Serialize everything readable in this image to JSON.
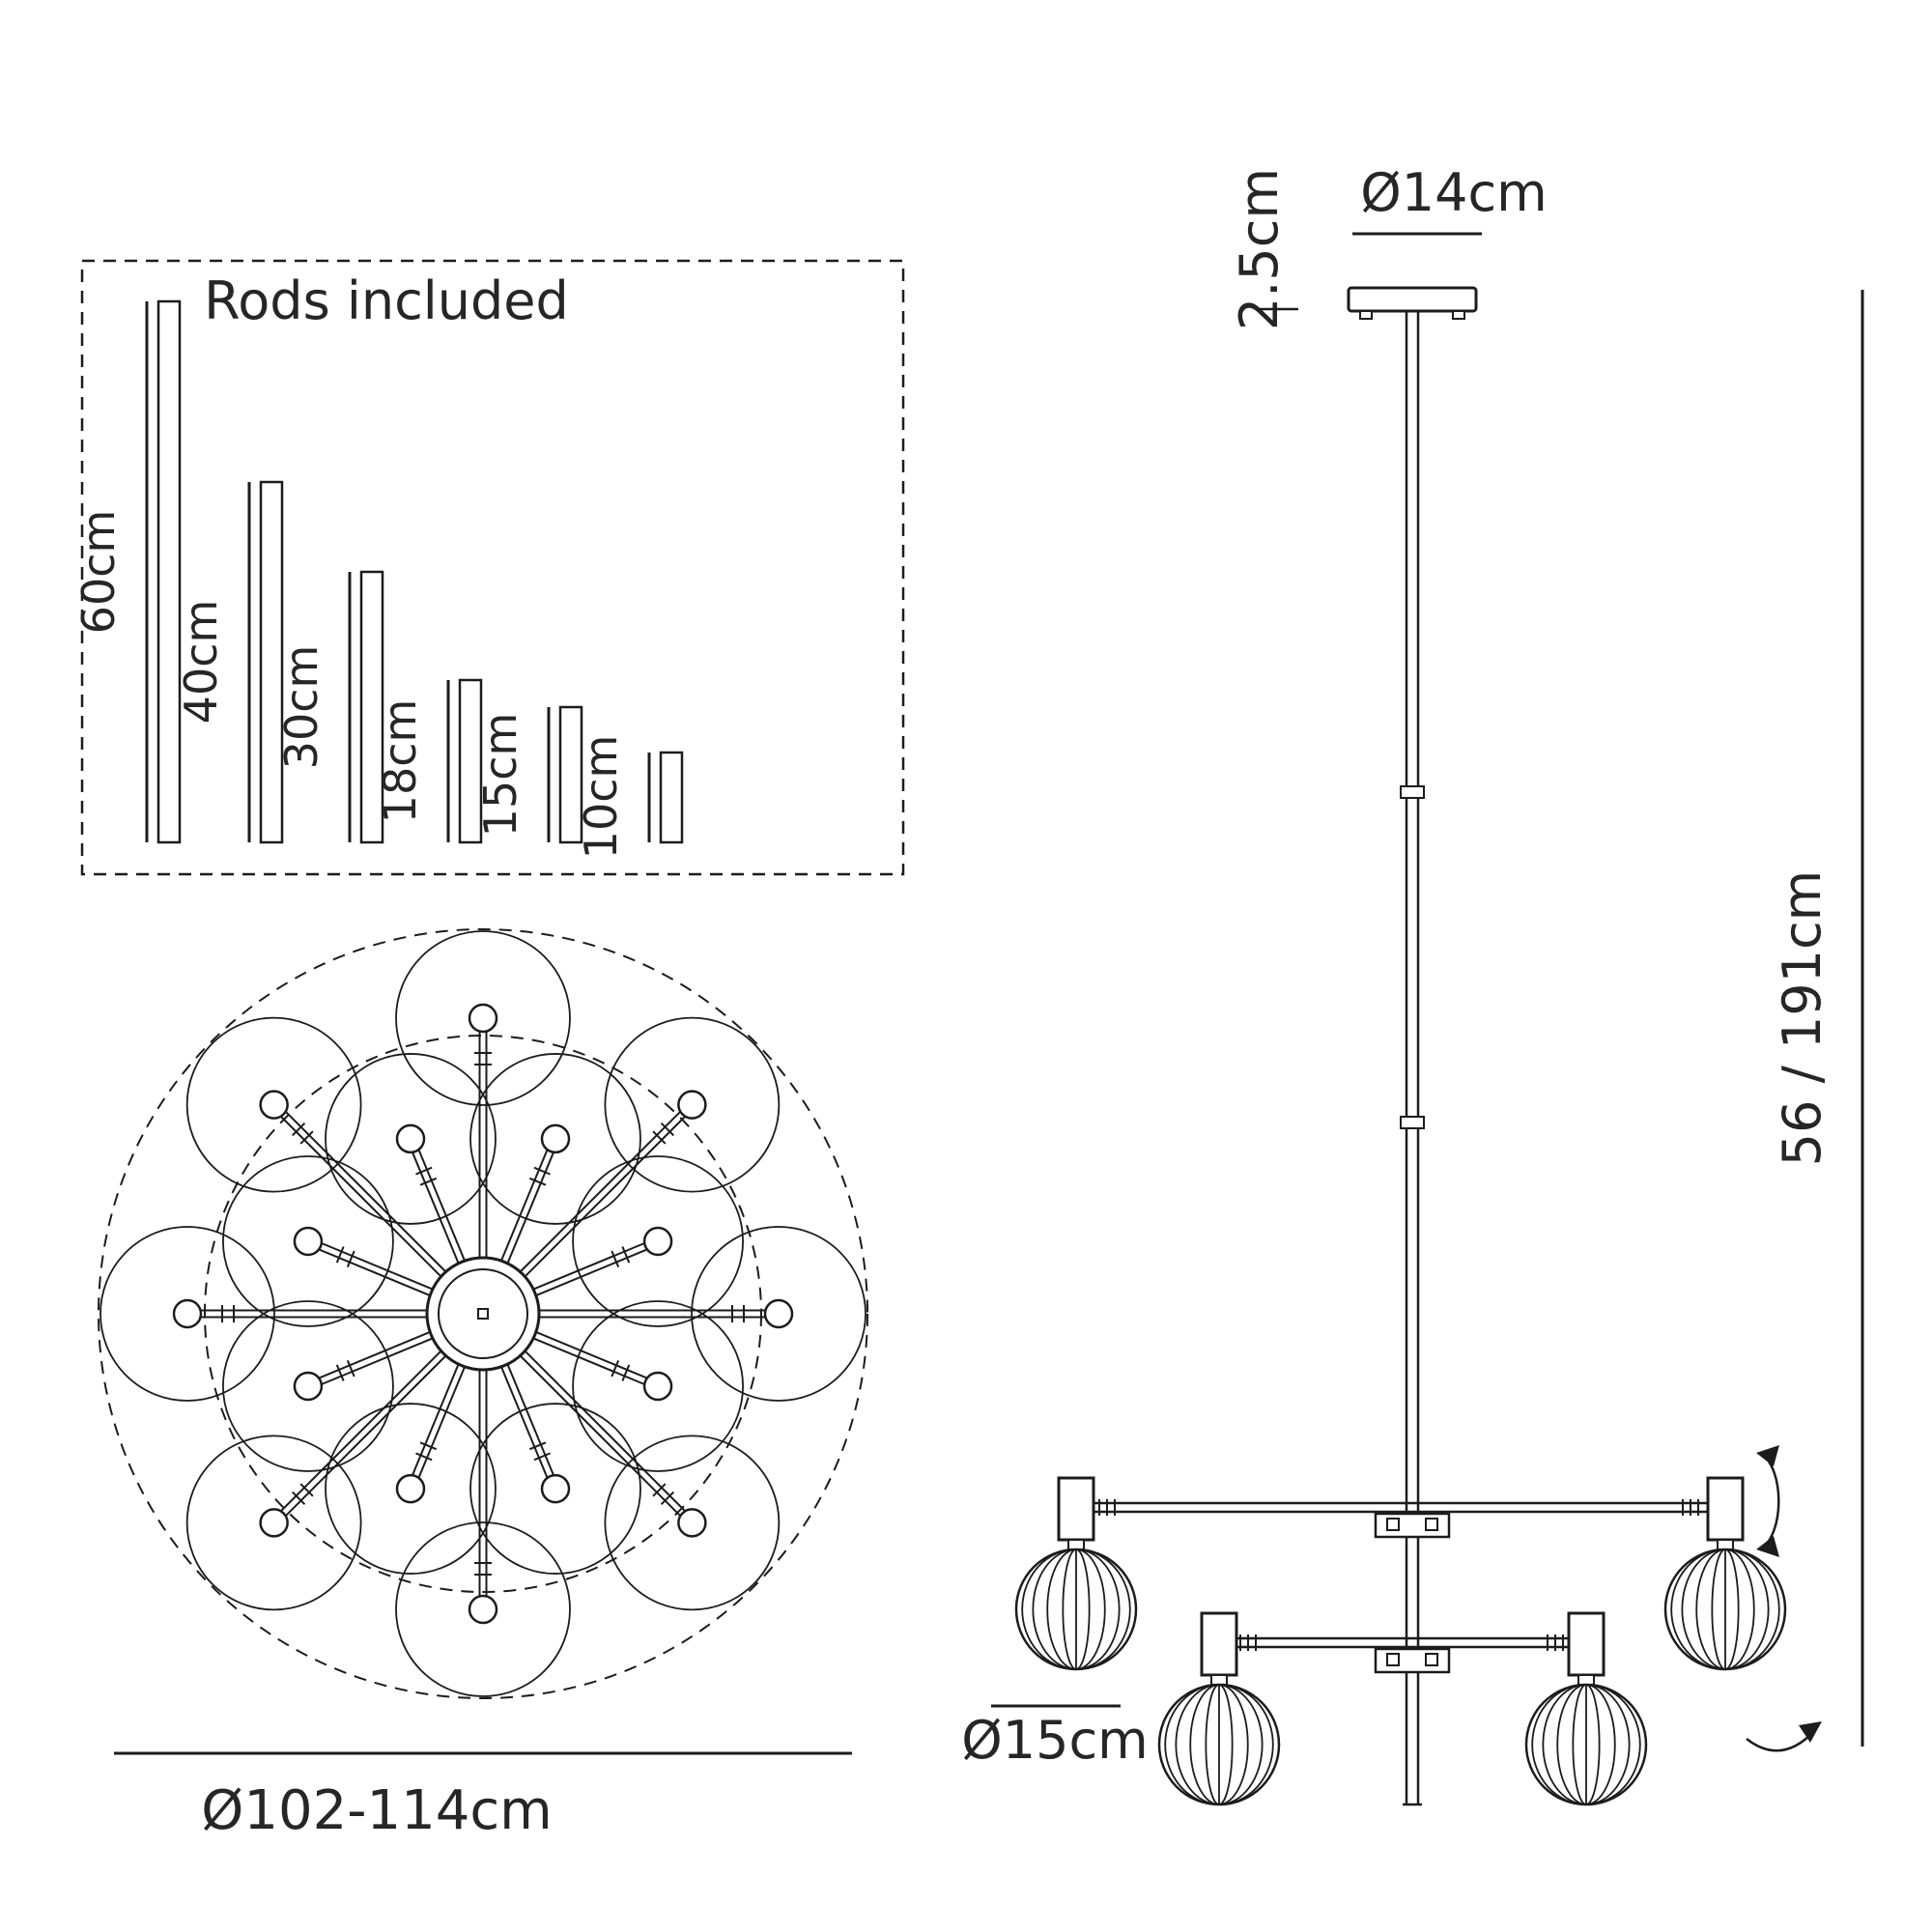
{
  "rods_box": {
    "title": "Rods included",
    "items": [
      {
        "label": "60cm",
        "length_cm": 60
      },
      {
        "label": "40cm",
        "length_cm": 40
      },
      {
        "label": "30cm",
        "length_cm": 30
      },
      {
        "label": "18cm",
        "length_cm": 18
      },
      {
        "label": "15cm",
        "length_cm": 15
      },
      {
        "label": "10cm",
        "length_cm": 10
      }
    ]
  },
  "top_view": {
    "diameter_label": "Ø102-114cm",
    "outer_globe_count": 8,
    "inner_globe_count": 8
  },
  "side_view": {
    "canopy_diameter_label": "Ø14cm",
    "canopy_height_label": "2.5cm",
    "overall_height_label": "56 / 191cm",
    "globe_diameter_label": "Ø15cm"
  },
  "colors": {
    "line": "#1c1c1c",
    "text": "#262626",
    "background": "#ffffff"
  }
}
